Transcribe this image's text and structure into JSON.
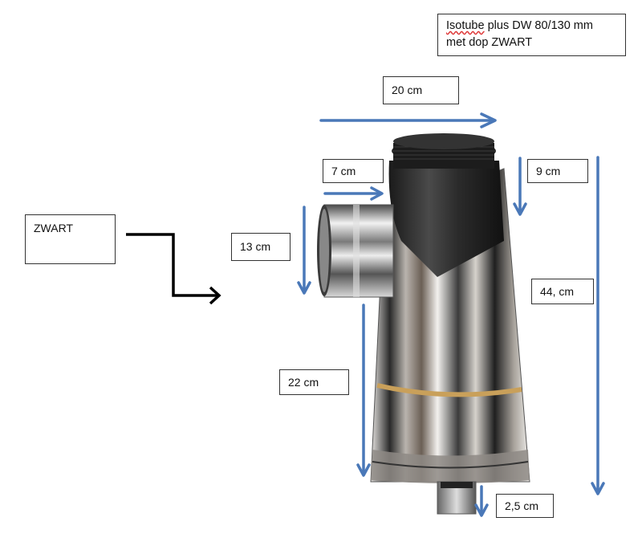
{
  "title": {
    "first_word": "Isotube",
    "rest_line1": " plus DW 80/130 mm",
    "line2": "met dop ZWART"
  },
  "color_label": "ZWART",
  "dimensions": {
    "width_top": "20 cm",
    "side_pipe_length": "7 cm",
    "top_collar": "9 cm",
    "side_pipe_diameter": "13 cm",
    "total_height": "44, cm",
    "lower_section": "22 cm",
    "bottom_spigot": "2,5 cm"
  },
  "colors": {
    "arrow_blue": "#4a78b8",
    "black_arrow": "#000000",
    "box_border": "#333333"
  }
}
